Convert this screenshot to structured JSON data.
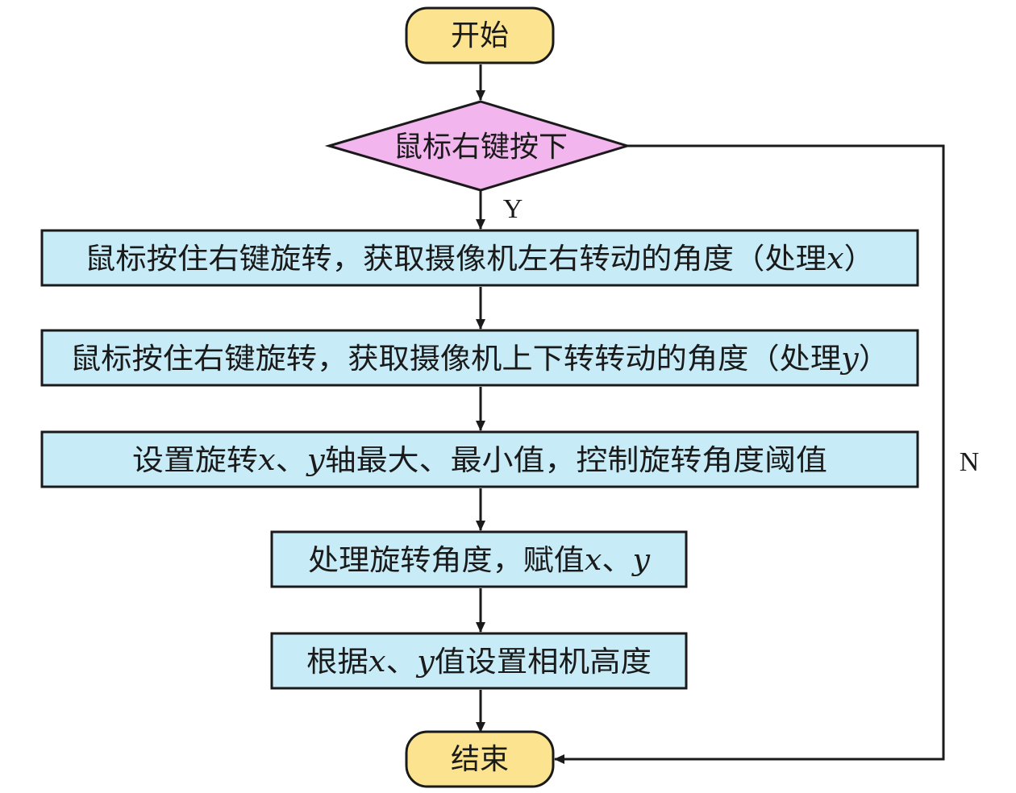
{
  "diagram": {
    "type": "flowchart",
    "colors": {
      "terminal_fill": "#fbe38f",
      "decision_fill": "#f3b5ee",
      "process_fill": "#c8ecf7",
      "stroke": "#1a1a1a"
    },
    "nodes": {
      "start": {
        "shape": "terminal",
        "text": "开始"
      },
      "decision": {
        "shape": "decision",
        "text": "鼠标右键按下"
      },
      "step1": {
        "shape": "process",
        "text_before": "鼠标按住右键旋转，获取摄像机左右转动的角度（处理",
        "var": "x",
        "text_after": "）"
      },
      "step2": {
        "shape": "process",
        "text_before": "鼠标按住右键旋转，获取摄像机上下转转动的角度（处理",
        "var": "y",
        "text_after": "）"
      },
      "step3": {
        "shape": "process",
        "text_before": "设置旋转",
        "var1": "x",
        "sep": "、",
        "var2": "y",
        "text_after": "轴最大、最小值，控制旋转角度阈值"
      },
      "step4": {
        "shape": "process",
        "text_before": "处理旋转角度，赋值",
        "var1": "x",
        "sep": "、",
        "var2": "y"
      },
      "step5": {
        "shape": "process",
        "text_before": "根据",
        "var1": "x",
        "sep": "、",
        "var2": "y",
        "text_after": "值设置相机高度"
      },
      "end": {
        "shape": "terminal",
        "text": "结束"
      }
    },
    "edges": {
      "yes_label": "Y",
      "no_label": "N"
    }
  }
}
